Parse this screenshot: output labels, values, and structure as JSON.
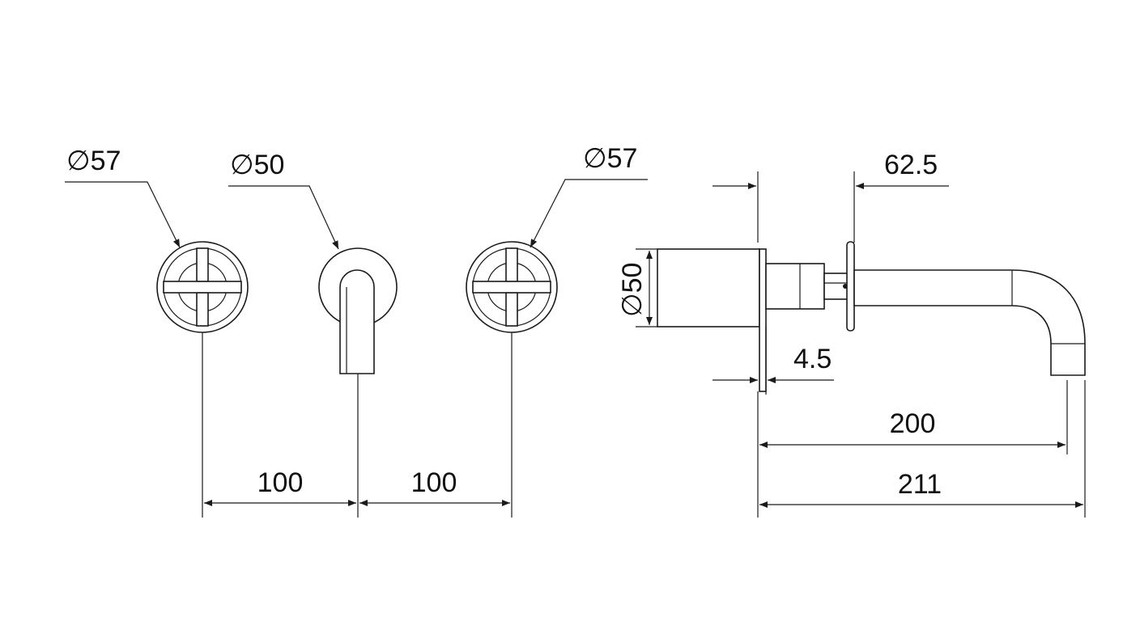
{
  "labels": {
    "left_handle_diameter": "∅57",
    "spout_plate_diameter": "∅50",
    "right_handle_diameter": "∅57",
    "spacing_left": "100",
    "spacing_right": "100",
    "plate_to_handle_depth": "62.5",
    "side_plate_diameter": "∅50",
    "plate_thickness": "4.5",
    "spout_reach": "200",
    "overall_projection": "211"
  },
  "colors": {
    "line": "#1a1a1a",
    "background": "#ffffff"
  }
}
